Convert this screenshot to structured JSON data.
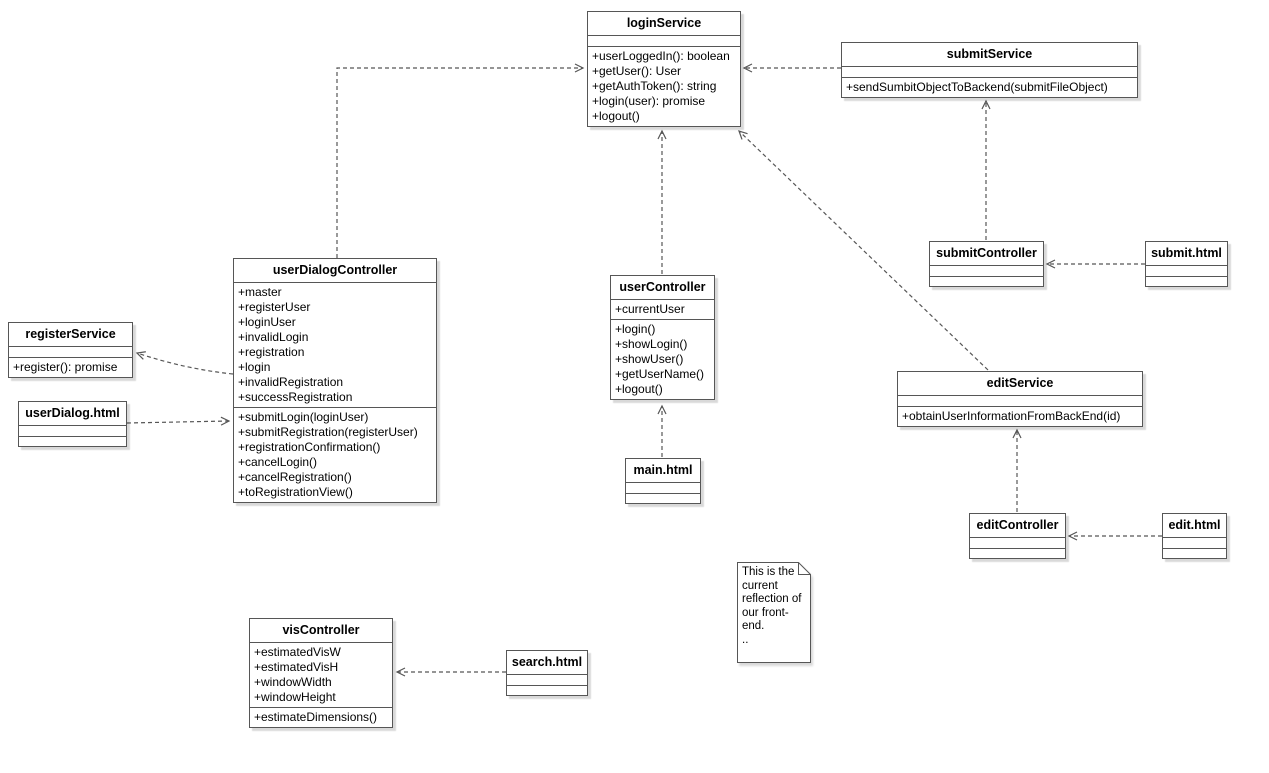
{
  "classes": {
    "loginService": {
      "name": "loginService",
      "attributes": [],
      "methods": [
        "+userLoggedIn(): boolean",
        "+getUser(): User",
        "+getAuthToken(): string",
        "+login(user): promise",
        "+logout()"
      ]
    },
    "submitService": {
      "name": "submitService",
      "attributes": [],
      "methods": [
        "+sendSumbitObjectToBackend(submitFileObject)"
      ]
    },
    "userDialogController": {
      "name": "userDialogController",
      "attributes": [
        "+master",
        "+registerUser",
        "+loginUser",
        "+invalidLogin",
        "+registration",
        "+login",
        "+invalidRegistration",
        "+successRegistration"
      ],
      "methods": [
        "+submitLogin(loginUser)",
        "+submitRegistration(registerUser)",
        "+registrationConfirmation()",
        "+cancelLogin()",
        "+cancelRegistration()",
        "+toRegistrationView()"
      ]
    },
    "registerService": {
      "name": "registerService",
      "attributes": [],
      "methods": [
        "+register(): promise"
      ]
    },
    "userDialogHtml": {
      "name": "userDialog.html",
      "attributes": [],
      "methods": []
    },
    "userController": {
      "name": "userController",
      "attributes": [
        "+currentUser"
      ],
      "methods": [
        "+login()",
        "+showLogin()",
        "+showUser()",
        "+getUserName()",
        "+logout()"
      ]
    },
    "mainHtml": {
      "name": "main.html",
      "attributes": [],
      "methods": []
    },
    "submitController": {
      "name": "submitController",
      "attributes": [],
      "methods": []
    },
    "submitHtml": {
      "name": "submit.html",
      "attributes": [],
      "methods": []
    },
    "editService": {
      "name": "editService",
      "attributes": [],
      "methods": [
        "+obtainUserInformationFromBackEnd(id)"
      ]
    },
    "editController": {
      "name": "editController",
      "attributes": [],
      "methods": []
    },
    "editHtml": {
      "name": "edit.html",
      "attributes": [],
      "methods": []
    },
    "visController": {
      "name": "visController",
      "attributes": [
        "+estimatedVisW",
        "+estimatedVisH",
        "+windowWidth",
        "+windowHeight"
      ],
      "methods": [
        "+estimateDimensions()"
      ]
    },
    "searchHtml": {
      "name": "search.html",
      "attributes": [],
      "methods": []
    }
  },
  "note": {
    "text": "This is the current reflection of our front-end.\n.."
  },
  "colors": {
    "box_border": "#565656",
    "box_fill": "#ffffff",
    "connector": "#565656",
    "text": "#000000"
  }
}
